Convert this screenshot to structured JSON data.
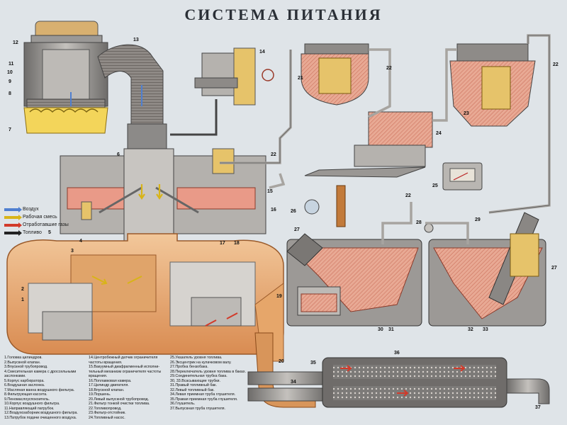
{
  "title": "СИСТЕМА ПИТАНИЯ",
  "legend": [
    {
      "label": "Воздух",
      "color": "#4f7fd0"
    },
    {
      "label": "Рабочая смесь",
      "color": "#d8b418"
    },
    {
      "label": "Отработавшие газы",
      "color": "#d23a2a"
    },
    {
      "label": "Топливо",
      "color": "#222222"
    }
  ],
  "callouts": [
    "1",
    "2",
    "3",
    "4",
    "5",
    "6",
    "7",
    "8",
    "9",
    "10",
    "11",
    "12",
    "13",
    "14",
    "15",
    "16",
    "17",
    "18",
    "19",
    "20",
    "21",
    "22",
    "23",
    "24",
    "25",
    "26",
    "27",
    "28",
    "29",
    "30",
    "31",
    "32",
    "33",
    "34",
    "35",
    "36",
    "37"
  ],
  "parts_col1": [
    "1.Головка цилиндров.",
    "2.Выпускной клапан.",
    "3.Впускной трубопровод.",
    "4.Смесительная камера с дроссельными",
    "заслонками.",
    "5.Корпус карбюратора.",
    "6.Воздушная заслонка.",
    "7.Масляная ванна воздушного фильтра.",
    "8.Фильтрующая кассета.",
    "9.Пеномаслоуспокоитель.",
    "10.Корпус воздушного фильтра.",
    "11.Направляющий патрубок.",
    "12.Воздухозаборник воздушного фильтра.",
    "13.Патрубок подачи очищенного воздуха."
  ],
  "parts_col2": [
    "14.Центробежный датчик ограничителя",
    "частоты вращения.",
    "15.Вакуумный диафрагменный исполни-",
    "тельный механизм ограничителя частоты",
    "вращения.",
    "16.Поплавковая камера.",
    "17.Цилиндр двигателя.",
    "18.Впускной клапан.",
    "19.Поршень.",
    "20.Левый выпускной трубопровод.",
    "21.Фильтр тонкой очистки топлива.",
    "22.Топливопровод.",
    "23.Фильтр-отстойник.",
    "24.Топливный насос."
  ],
  "parts_col3": [
    "25.Указатель уровня топлива.",
    "26.Эксцентрик на кулачковом валу.",
    "27.Пробка бензобака.",
    "28.Переключатель уровня топлива в баках.",
    "29.Соединительная трубка бака.",
    "30, 33.Всасывающие трубки.",
    "31.Правый топливный бак.",
    "32.Левый топливный бак.",
    "34.Левая приемная труба глушителя.",
    "35.Правая приемная труба глушителя.",
    "36.Глушитель.",
    "37.Выпускная труба глушителя."
  ]
}
